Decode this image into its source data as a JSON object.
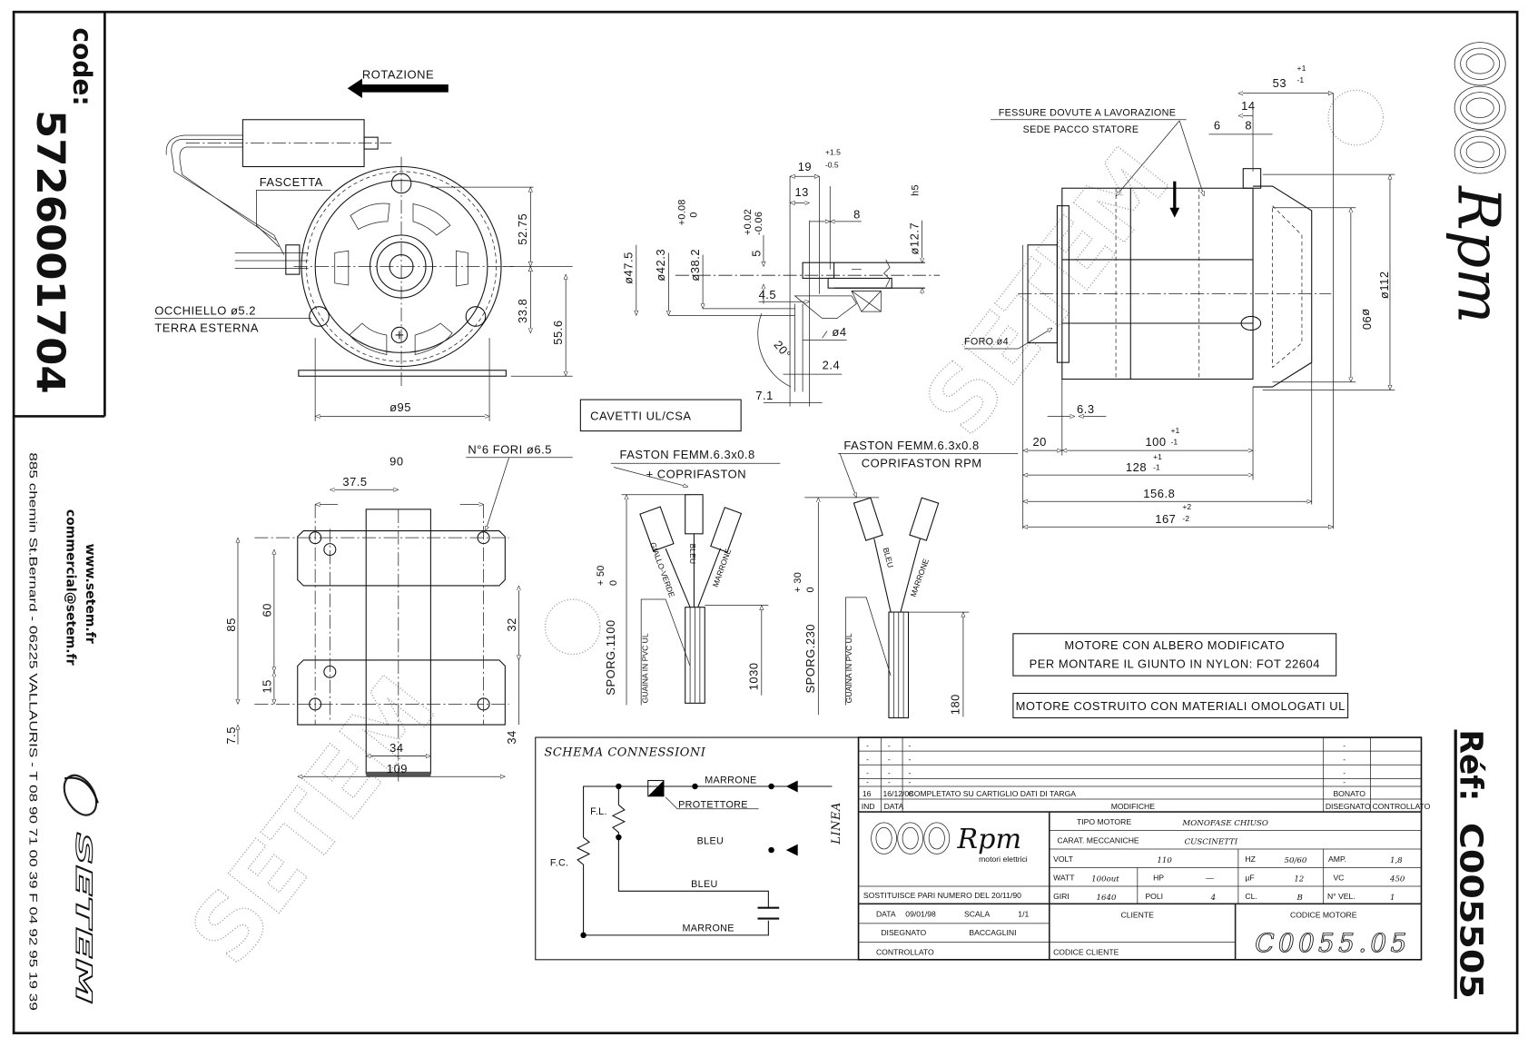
{
  "sidebar": {
    "code_label": "code:",
    "code_value": "5726001704",
    "website": "www.setem.fr",
    "email": "commercial@setem.fr",
    "address": "885 chemin St.Bernard  -  06225 VALLAURIS  -  T 08 90 71 00 39   F 04 92 95 19 39",
    "brand": "SETEM"
  },
  "right_strip": {
    "logo_text": "Rpm",
    "ref_label": "Réf:",
    "ref_value": "C005505"
  },
  "watermark": "SETEM",
  "front_view": {
    "rotation": "ROTAZIONE",
    "fascetta": "FASCETTA",
    "occhiello": "OCCHIELLO ø5.2",
    "terra": "TERRA ESTERNA",
    "dim_top": "52.75",
    "dim_mid": "33.8",
    "dim_base": "55.6",
    "dim_dia": "ø95"
  },
  "section_view": {
    "d1": "ø47.5",
    "d2": "ø42.3",
    "d3": "ø38.2",
    "d3_tol_upper": "+0.08",
    "d3_tol_lower": "0",
    "d4": "5",
    "d4_tol_upper": "+0.02",
    "d4_tol_lower": "-0.06",
    "len19": "19",
    "len19_tol_upper": "+1.5",
    "len19_tol_lower": "-0.5",
    "len13": "13",
    "len8": "8",
    "shaft": "ø12.7",
    "shaft_fit": "h5",
    "len45": "4.5",
    "hole": "ø4",
    "angle": "20°",
    "len24": "2.4",
    "len71": "7.1",
    "cable_note": "CAVETTI UL/CSA"
  },
  "base_view": {
    "holes_note": "N°6 FORI ø6.5",
    "w90": "90",
    "w375": "37.5",
    "h85": "85",
    "h60": "60",
    "h15": "15",
    "h75": "7.5",
    "h32": "32",
    "h34": "34",
    "w34": "34",
    "w109": "109"
  },
  "wire_a": {
    "title1": "FASTON FEMM.6.3x0.8",
    "title2": "+ COPRIFASTON",
    "sporg": "SPORG.1100",
    "tol_upper": "+ 50",
    "tol_lower": "0",
    "sheath": "GUAINA IN PVC UL",
    "len": "1030",
    "wires": [
      "GIALLO-VERDE",
      "BLEU",
      "MARRONE"
    ]
  },
  "wire_b": {
    "title1": "FASTON FEMM.6.3x0.8",
    "title2": "COPRIFASTON RPM",
    "sporg": "SPORG.230",
    "tol_upper": "+ 30",
    "tol_lower": "0",
    "sheath": "GUAINA IN PVC UL",
    "len": "180",
    "wires": [
      "BLEU",
      "MARRONE"
    ]
  },
  "side_view": {
    "note1": "FESSURE DOVUTE A LAVORAZIONE",
    "note2": "SEDE PACCO STATORE",
    "foro": "FORO ø4",
    "d53": "53",
    "d53_tol": [
      "+1",
      "-1"
    ],
    "d14": "14",
    "d6": "6",
    "d8": "8",
    "d90": "ø90",
    "d112": "ø112",
    "d63": "6.3",
    "d20": "20",
    "d100": "100",
    "d100_tol": [
      "+1",
      "-1"
    ],
    "d128": "128",
    "d128_tol": [
      "+1",
      "-1"
    ],
    "d1568": "156.8",
    "d167": "167",
    "d167_tol": [
      "+2",
      "-2"
    ]
  },
  "notes": {
    "box1_line1": "MOTORE CON ALBERO MODIFICATO",
    "box1_line2": "PER MONTARE IL GIUNTO IN NYLON: FOT 22604",
    "box2": "MOTORE COSTRUITO CON MATERIALI OMOLOGATI UL"
  },
  "schema": {
    "title": "SCHEMA CONNESSIONI",
    "marrone_top": "MARRONE",
    "protettore": "PROTETTORE",
    "bleu_mid": "BLEU",
    "fl": "F.L.",
    "fc": "F.C.",
    "bleu_bottom": "BLEU",
    "marrone_bottom": "MARRONE",
    "linea": "LINEA"
  },
  "title_block": {
    "revisions": [
      {
        "ind": "-",
        "data": "-",
        "mod": "-",
        "dis": "-"
      },
      {
        "ind": "-",
        "data": "-",
        "mod": "-",
        "dis": "-"
      },
      {
        "ind": "-",
        "data": "-",
        "mod": "-",
        "dis": "-"
      },
      {
        "ind": "-",
        "data": "-",
        "mod": "-",
        "dis": "-"
      },
      {
        "ind": "16",
        "data": "16/12/08",
        "mod": "COMPLETATO SU CARTIGLIO DATI DI TARGA",
        "dis": "BONATO"
      }
    ],
    "hdr_ind": "IND",
    "hdr_data": "DATA",
    "hdr_mod": "MODIFICHE",
    "hdr_dis": "DISEGNATO",
    "hdr_ctrl": "CONTROLLATO",
    "logo_text": "Rpm",
    "logo_sub": "motori elettrici",
    "tipo_label": "TIPO MOTORE",
    "tipo_value": "MONOFASE CHIUSO",
    "carat_label": "CARAT. MECCANICHE",
    "carat_value": "CUSCINETTI",
    "volt_label": "VOLT",
    "volt_value": "110",
    "hz_label": "HZ",
    "hz_value": "50/60",
    "amp_label": "AMP.",
    "amp_value": "1,8",
    "watt_label": "WATT",
    "watt_value": "100out",
    "hp_label": "HP",
    "hp_value": "—",
    "uf_label": "µF",
    "uf_value": "12",
    "vc_label": "VC",
    "vc_value": "450",
    "giri_label": "GIRI",
    "giri_value": "1640",
    "poli_label": "POLI",
    "poli_value": "4",
    "cl_label": "CL.",
    "cl_value": "B",
    "nvel_label": "N° VEL.",
    "nvel_value": "1",
    "sostituisce": "SOSTITUISCE PARI NUMERO DEL   20/11/90",
    "data_label": "DATA",
    "data_value": "09/01/98",
    "scala_label": "SCALA",
    "scala_value": "1/1",
    "disegnato_label": "DISEGNATO",
    "disegnato_value": "BACCAGLINI",
    "controllato_label": "CONTROLLATO",
    "cliente_label": "CLIENTE",
    "codice_cliente_label": "CODICE CLIENTE",
    "codice_motore_label": "CODICE MOTORE",
    "codice_motore_value": "C0055.05"
  }
}
